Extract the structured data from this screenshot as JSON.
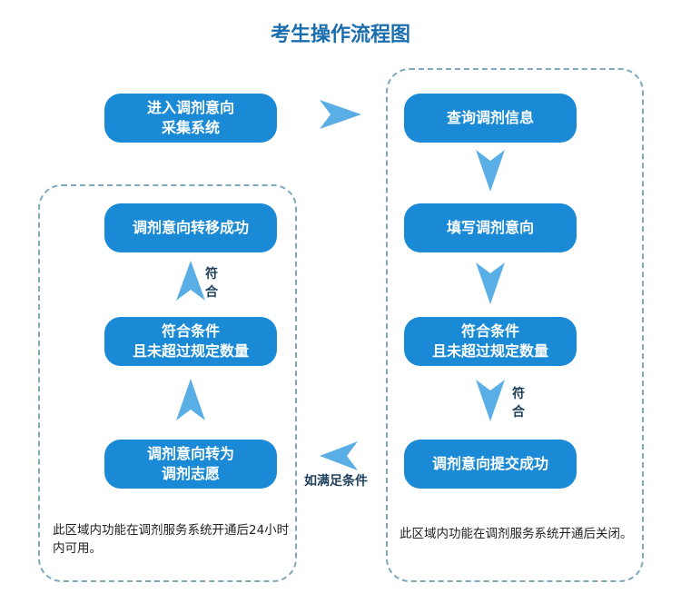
{
  "title": "考生操作流程图",
  "colors": {
    "box": "#1a8ad6",
    "arrow": "#5aaee6",
    "dashed_border": "#7fa9bb",
    "title": "#1b6eae"
  },
  "left_column": {
    "start": "进入调剂意向\n采集系统",
    "transfer_success": "调剂意向转移成功",
    "condition": "符合条件\n且未超过规定数量",
    "convert": "调剂意向转为\n调剂志愿",
    "match_label": "符\n合",
    "note": "此区域内功能在调剂服务系统开通后24小时内可用。"
  },
  "right_column": {
    "query": "查询调剂信息",
    "fill": "填写调剂意向",
    "condition": "符合条件\n且未超过规定数量",
    "submit_success": "调剂意向提交成功",
    "match_label": "符\n合",
    "note": "此区域内功能在调剂服务系统开通后关闭。"
  },
  "cross_label": "如满足条件"
}
